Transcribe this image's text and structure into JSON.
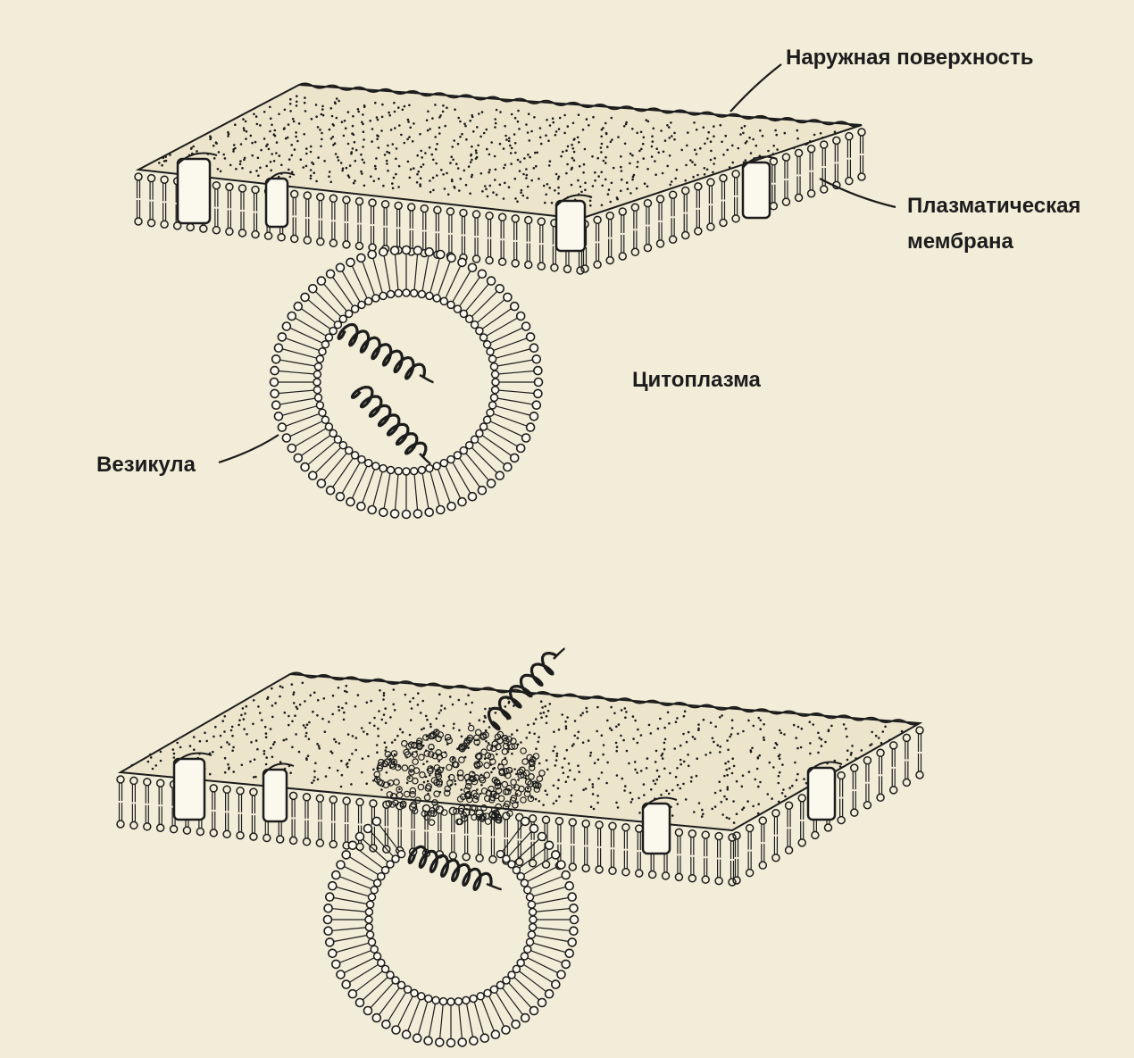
{
  "labels": {
    "outer_surface": "Наружная поверхность",
    "plasma_membrane_line1": "Плазматическая",
    "plasma_membrane_line2": "мембрана",
    "cytoplasm": "Цитоплазма",
    "vesicle": "Везикула"
  },
  "colors": {
    "paper": "#f2edd8",
    "ink": "#1c1c1c",
    "protein_fill": "#fbf8ee"
  },
  "icons": {
    "membrane_protein": "protein-block-icon",
    "helix": "helical-molecule-icon"
  }
}
